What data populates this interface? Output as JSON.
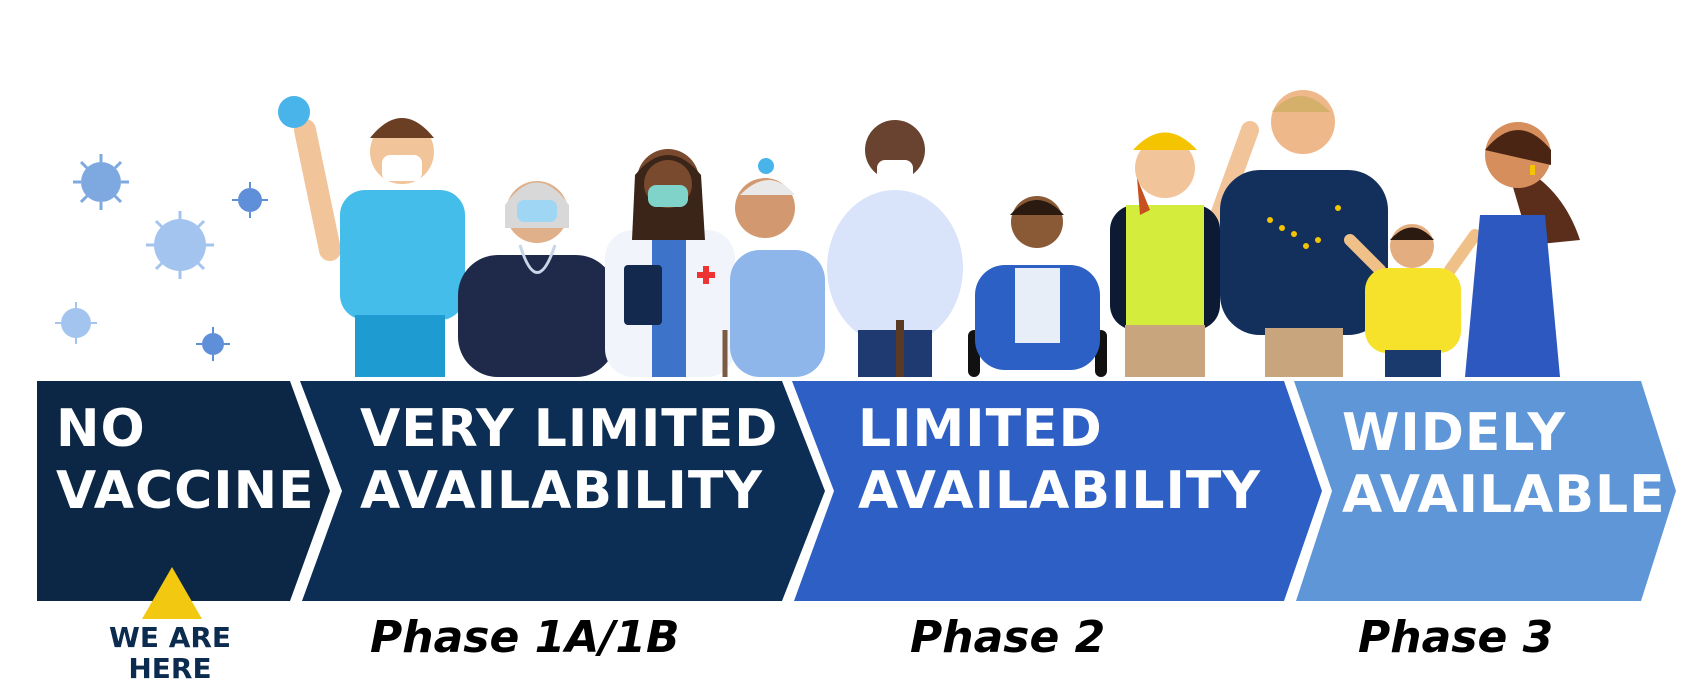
{
  "stages": [
    {
      "line1": "NO",
      "line2": "VACCINE",
      "color": "#0b2745"
    },
    {
      "line1": "VERY LIMITED",
      "line2": "AVAILABILITY",
      "color": "#0c2e55"
    },
    {
      "line1": "LIMITED",
      "line2": "AVAILABILITY",
      "color": "#2d5fc4"
    },
    {
      "line1": "WIDELY",
      "line2": "AVAILABLE",
      "color": "#5f96d8"
    }
  ],
  "phases": [
    "Phase 1A/1B",
    "Phase 2",
    "Phase 3"
  ],
  "marker": {
    "line1": "WE ARE",
    "line2": "HERE",
    "arrow_color": "#f2c811"
  },
  "icons": [
    "virus-icon",
    "healthcare-worker-icon",
    "elderly-resident-icon",
    "doctor-icon",
    "elderly-walker-icon",
    "elderly-man-icon",
    "wheelchair-user-icon",
    "construction-worker-icon",
    "man-icon",
    "child-icon",
    "woman-icon"
  ]
}
